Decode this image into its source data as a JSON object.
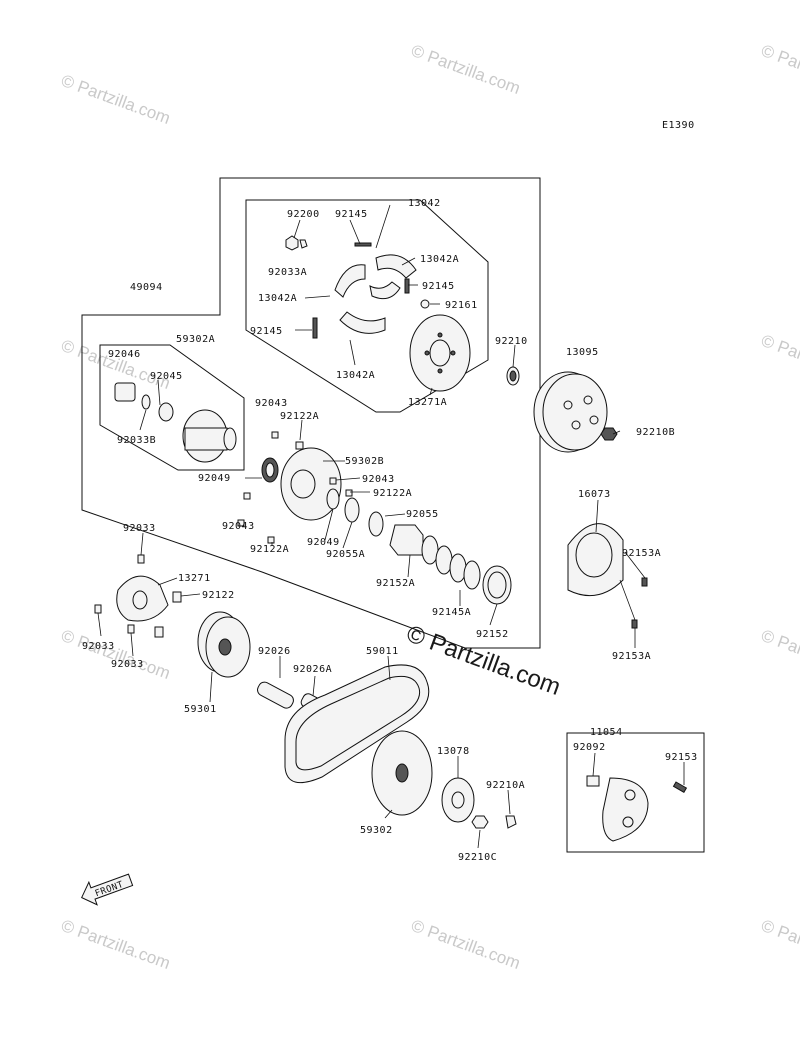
{
  "diagram_code": "E1390",
  "watermarks": {
    "small_text": "© Partzilla.com",
    "center_text": "© Partzilla.com"
  },
  "front_arrow": {
    "label": "FRONT"
  },
  "part_labels": {
    "p13042": "13042",
    "p92200": "92200",
    "p92145_top": "92145",
    "p92033A": "92033A",
    "p13042A_r": "13042A",
    "p92145_r": "92145",
    "p13042A_l": "13042A",
    "p92161": "92161",
    "p92145_l": "92145",
    "p13042A_b": "13042A",
    "p13271A": "13271A",
    "p49094": "49094",
    "p59302A": "59302A",
    "p92210": "92210",
    "p13095": "13095",
    "p92046": "92046",
    "p92045": "92045",
    "p92033B": "92033B",
    "p92043_a": "92043",
    "p92122A_a": "92122A",
    "p59302B": "59302B",
    "p92210B": "92210B",
    "p92049_a": "92049",
    "p92043_b": "92043",
    "p92122A_b": "92122A",
    "p92043_c": "92043",
    "p92055": "92055",
    "p16073": "16073",
    "p92122A_c": "92122A",
    "p92049_b": "92049",
    "p92055A": "92055A",
    "p92033": "92033",
    "p13271": "13271",
    "p92122": "92122",
    "p92152A": "92152A",
    "p92153A_a": "92153A",
    "p92145A": "92145A",
    "p92033_b": "92033",
    "p92033_c": "92033",
    "p92152": "92152",
    "p92026": "92026",
    "p59011": "59011",
    "p92153A_b": "92153A",
    "p92026A": "92026A",
    "p59301": "59301",
    "p11054": "11054",
    "p92092": "92092",
    "p92153": "92153",
    "p13078": "13078",
    "p92210A": "92210A",
    "p59302": "59302",
    "p92210C": "92210C"
  }
}
